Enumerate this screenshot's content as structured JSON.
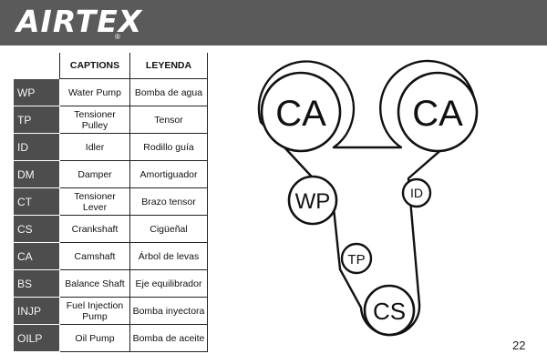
{
  "brand": {
    "logo_text": "AIRTEX",
    "registered": "®"
  },
  "table": {
    "header_captions": "CAPTIONS",
    "header_leyenda": "LEYENDA",
    "rows": [
      {
        "code": "WP",
        "caption": "Water Pump",
        "leyenda": "Bomba de agua"
      },
      {
        "code": "TP",
        "caption": "Tensioner Pulley",
        "leyenda": "Tensor"
      },
      {
        "code": "ID",
        "caption": "Idler",
        "leyenda": "Rodillo guía"
      },
      {
        "code": "DM",
        "caption": "Damper",
        "leyenda": "Amortiguador"
      },
      {
        "code": "CT",
        "caption": "Tensioner Lever",
        "leyenda": "Brazo tensor"
      },
      {
        "code": "CS",
        "caption": "Crankshaft",
        "leyenda": "Cigüeñal"
      },
      {
        "code": "CA",
        "caption": "Camshaft",
        "leyenda": "Árbol de levas"
      },
      {
        "code": "BS",
        "caption": "Balance Shaft",
        "leyenda": "Eje equilibrador"
      },
      {
        "code": "INJP",
        "caption": "Fuel Injection Pump",
        "leyenda": "Bomba inyectora"
      },
      {
        "code": "OILP",
        "caption": "Oil Pump",
        "leyenda": "Bomba de aceite"
      }
    ]
  },
  "diagram": {
    "pulleys": [
      {
        "id": "cam-left",
        "label": "CA"
      },
      {
        "id": "cam-right",
        "label": "CA"
      },
      {
        "id": "water-pump",
        "label": "WP"
      },
      {
        "id": "idler",
        "label": "ID"
      },
      {
        "id": "tensioner",
        "label": "TP"
      },
      {
        "id": "crankshaft",
        "label": "CS"
      }
    ]
  },
  "page_number": "22",
  "colors": {
    "header": "#5a5a5a",
    "code_cell": "#4d4d4d",
    "line": "#111111"
  }
}
